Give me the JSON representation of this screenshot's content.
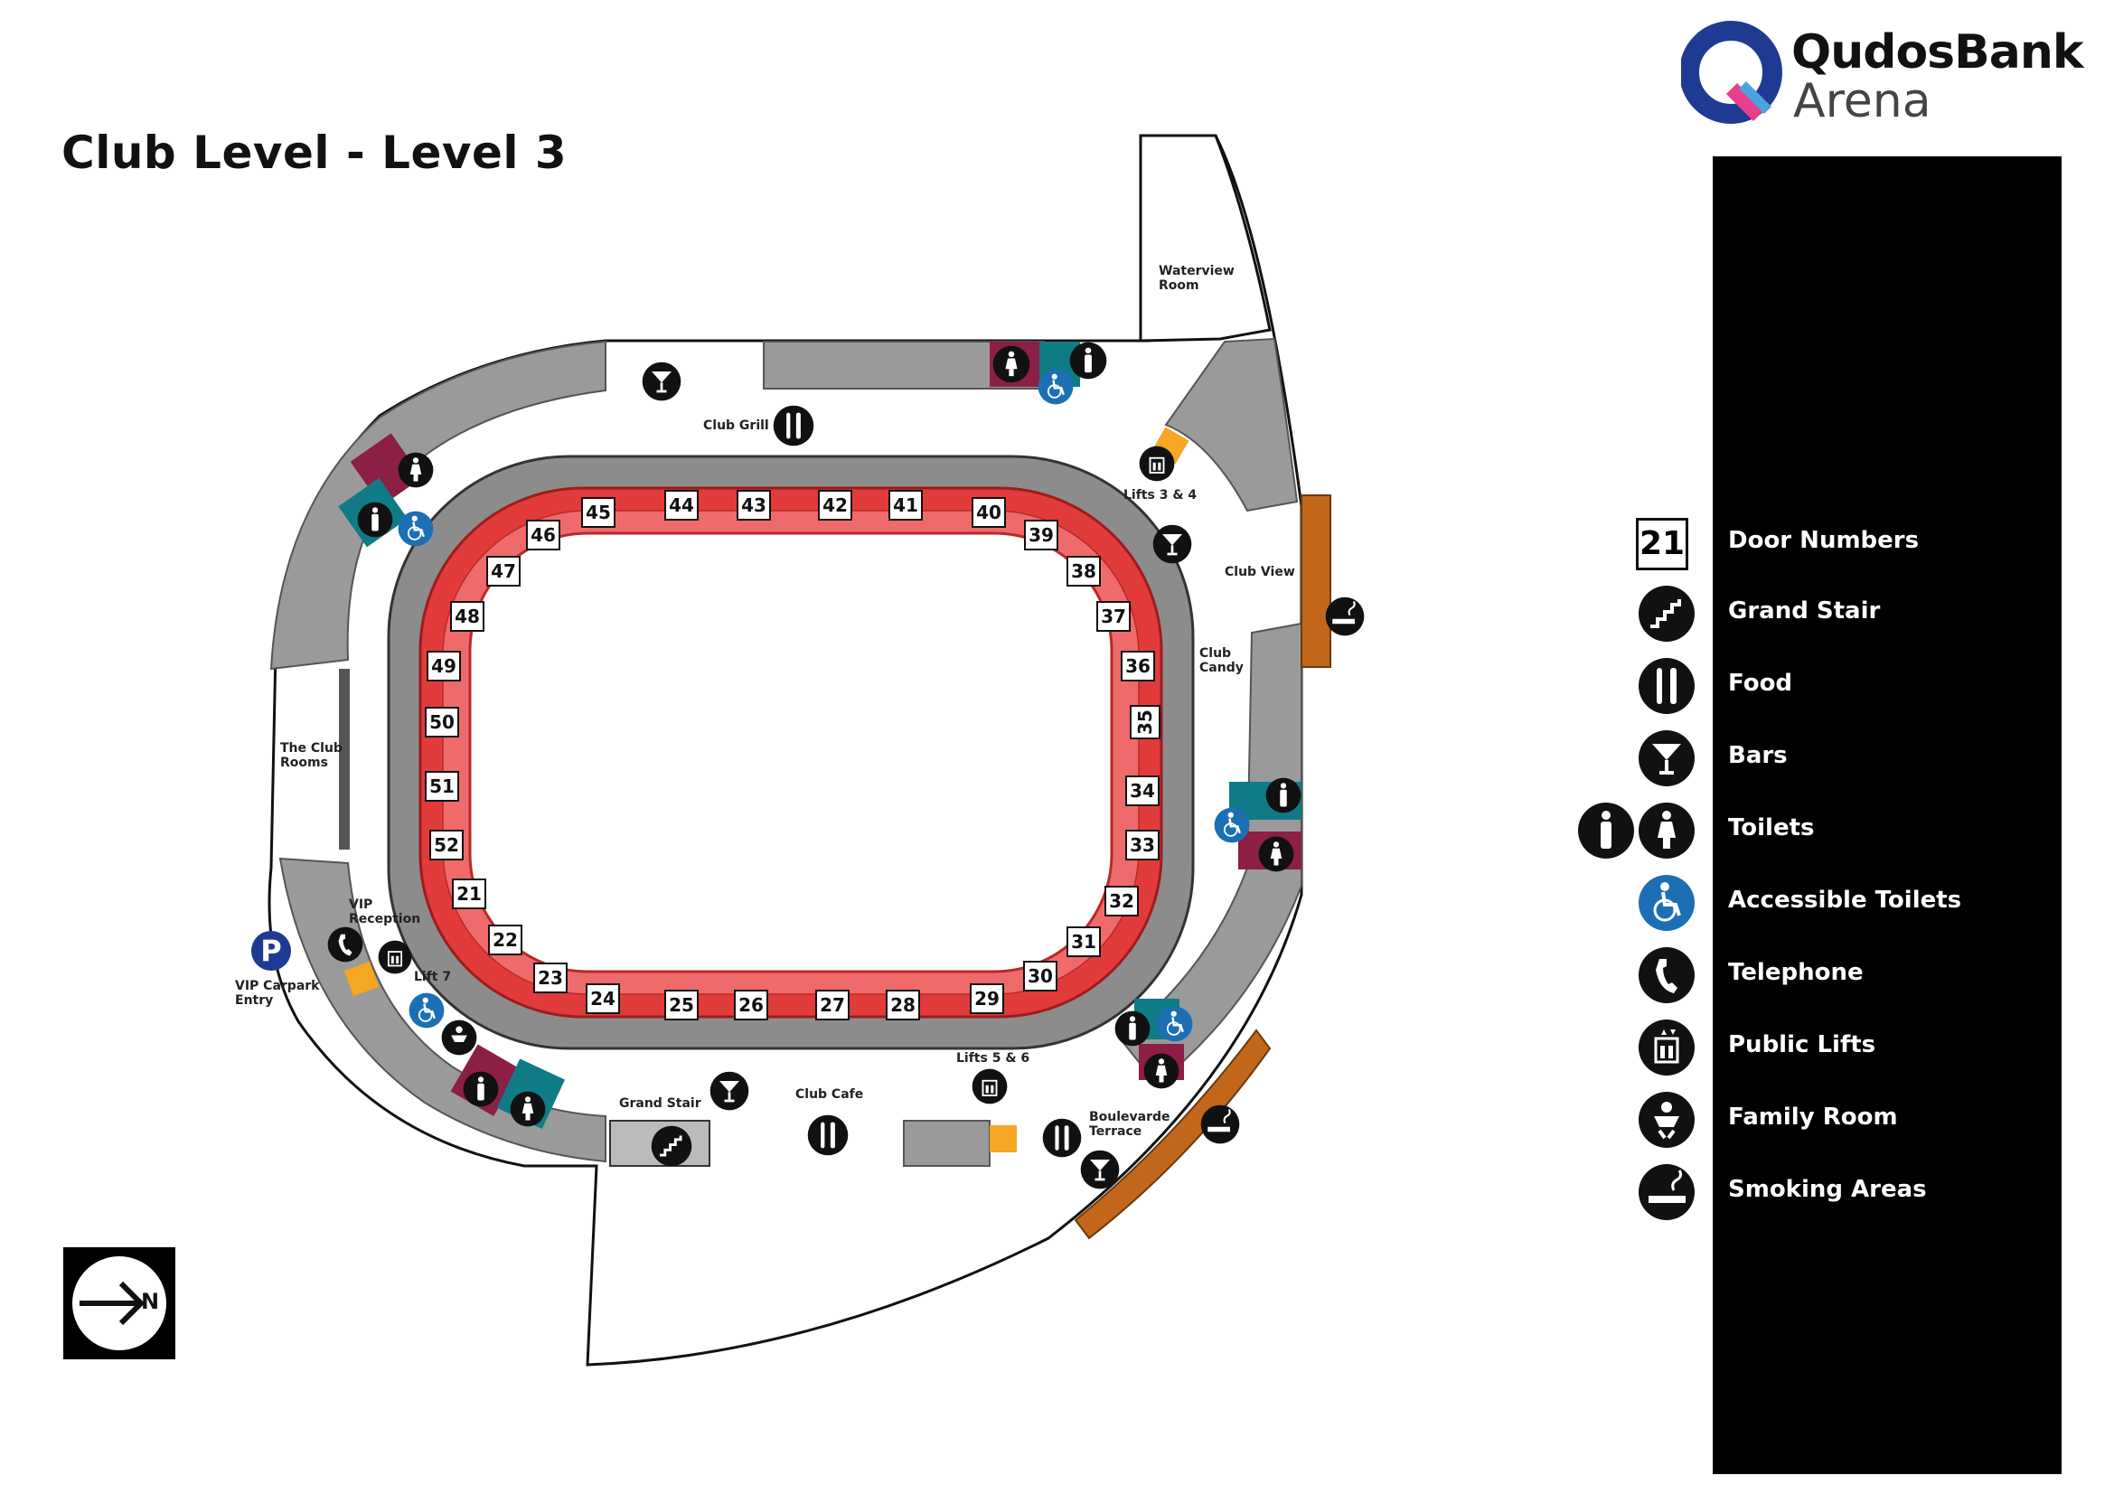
{
  "page": {
    "title": "Club Level - Level 3"
  },
  "logo": {
    "line1": "QudosBank",
    "line2": "Arena",
    "brand_blue": "#1f3a93",
    "brand_pink": "#e83e8c"
  },
  "legend": {
    "items": [
      {
        "label": "Door Numbers",
        "icon": "door-number-icon",
        "sample": "21"
      },
      {
        "label": "Grand Stair",
        "icon": "stair-icon"
      },
      {
        "label": "Food",
        "icon": "food-icon"
      },
      {
        "label": "Bars",
        "icon": "bar-icon"
      },
      {
        "label": "Toilets",
        "icon": "toilet-icon"
      },
      {
        "label": "Accessible Toilets",
        "icon": "accessible-toilet-icon"
      },
      {
        "label": "Telephone",
        "icon": "telephone-icon"
      },
      {
        "label": "Public Lifts",
        "icon": "lift-icon"
      },
      {
        "label": "Family Room",
        "icon": "family-room-icon"
      },
      {
        "label": "Smoking Areas",
        "icon": "smoking-icon"
      }
    ]
  },
  "places": {
    "waterview_room": "Waterview\nRoom",
    "club_grill": "Club Grill",
    "lifts_3_4": "Lifts 3 & 4",
    "club_view": "Club View",
    "club_candy": "Club\nCandy",
    "club_rooms": "The Club\nRooms",
    "vip_reception": "VIP\nReception",
    "lift_7": "Lift 7",
    "vip_carpark": "VIP Carpark\nEntry",
    "grand_stair": "Grand Stair",
    "club_cafe": "Club Cafe",
    "lifts_5_6": "Lifts 5 & 6",
    "boulevarde_terrace": "Boulevarde\nTerrace",
    "parking_letter": "P",
    "north_letter": "N"
  },
  "doors": [
    "44",
    "43",
    "42",
    "41",
    "40",
    "39",
    "38",
    "37",
    "36",
    "35",
    "34",
    "33",
    "32",
    "31",
    "30",
    "29",
    "28",
    "27",
    "26",
    "25",
    "24",
    "23",
    "22",
    "21",
    "52",
    "51",
    "50",
    "49",
    "48",
    "47",
    "46",
    "45"
  ],
  "colors": {
    "seating_red": "#e23b3b",
    "concourse_grey": "#9a9a9a",
    "wall_grey": "#6f6f6f",
    "toilet_maroon": "#8c1f45",
    "toilet_teal": "#0f7b86",
    "accessible_blue": "#1c6fb5",
    "smoking_orange": "#c1661b",
    "lift_yellow": "#f5a623"
  }
}
